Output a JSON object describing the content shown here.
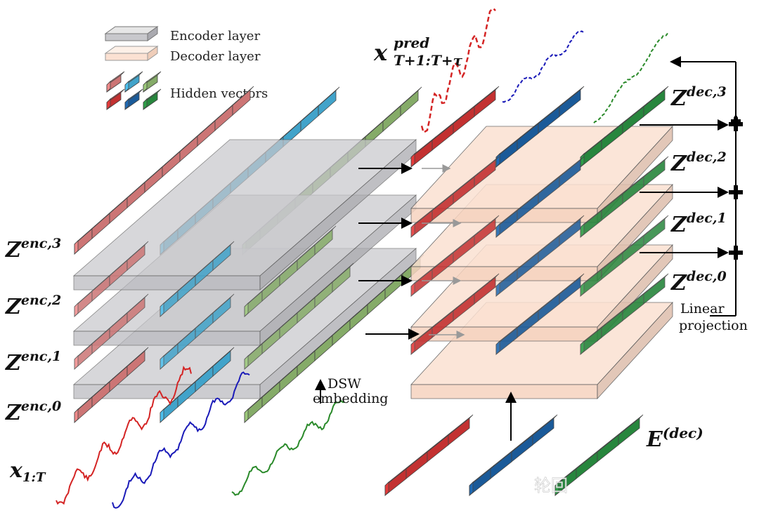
{
  "legend": {
    "encoder": "Encoder layer",
    "decoder": "Decoder layer",
    "hidden": "Hidden vectors"
  },
  "labels": {
    "pred_base": "x",
    "pred_sup": "pred",
    "pred_sub": "T+1:T+τ",
    "input_base": "x",
    "input_sub": "1:T",
    "dsw_line1": "DSW",
    "dsw_line2": "embedding",
    "linear_line1": "Linear",
    "linear_line2": "projection",
    "edec_base": "E",
    "edec_sup": "(dec)",
    "watermark": "轮回"
  },
  "enc_labels": [
    {
      "base": "Z",
      "sup": "enc,3"
    },
    {
      "base": "Z",
      "sup": "enc,2"
    },
    {
      "base": "Z",
      "sup": "enc,1"
    },
    {
      "base": "Z",
      "sup": "enc,0"
    }
  ],
  "dec_labels": [
    {
      "base": "Z",
      "sup": "dec,3"
    },
    {
      "base": "Z",
      "sup": "dec,2"
    },
    {
      "base": "Z",
      "sup": "dec,1"
    },
    {
      "base": "Z",
      "sup": "dec,0"
    }
  ],
  "colors": {
    "red": "#e53a3a",
    "blue": "#1f6ab4",
    "green": "#2e9e48",
    "light_red": "#f08a8a",
    "light_blue": "#4dc0ee",
    "light_green": "#9cc97a",
    "encoder_fill": "#c8c8cc",
    "decoder_fill": "#fbe1d2"
  }
}
